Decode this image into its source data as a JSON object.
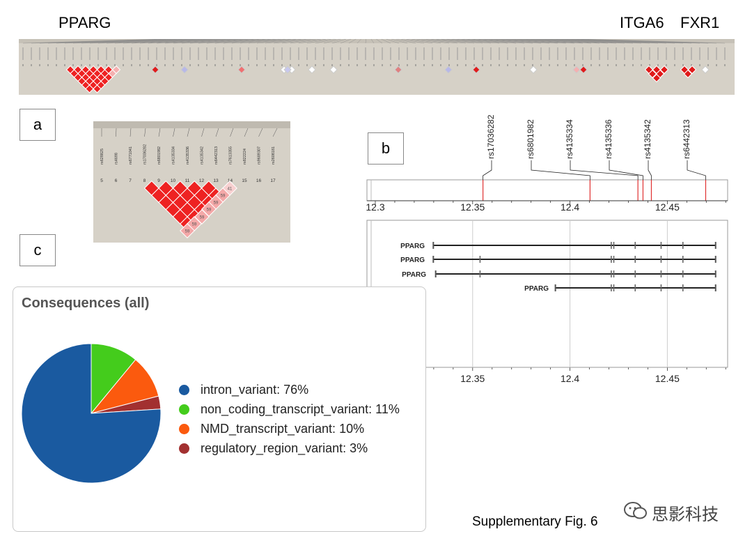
{
  "genes_top": {
    "pparg": "PPARG",
    "itga6": "ITGA6",
    "fxr1": "FXR1"
  },
  "panels": {
    "a": "a",
    "b": "b",
    "c": "c"
  },
  "snps": [
    "rs17036282",
    "rs6801982",
    "rs4135334",
    "rs4135336",
    "rs4135342",
    "rs6442313"
  ],
  "scale_ticks": [
    "12.3",
    "12.35",
    "12.4",
    "12.45"
  ],
  "transcripts": [
    "PPARG",
    "PPARG",
    "PPARG",
    "PPARG"
  ],
  "ld_zoom": {
    "snp_ids": [
      "rs628825",
      "rs4698",
      "rs6771041",
      "rs17036282",
      "rs6801982",
      "rs4135334",
      "rs4135336",
      "rs4135342",
      "rs6442313",
      "rs7613355",
      "rs822224",
      "rs9689307",
      "rs2608181"
    ],
    "indices": [
      "5",
      "6",
      "7",
      "8",
      "9",
      "10",
      "11",
      "12",
      "13",
      "14",
      "15",
      "16",
      "17"
    ],
    "values": [
      "41",
      "59",
      "59",
      "59",
      "59",
      "59",
      "59"
    ]
  },
  "consequences": {
    "title": "Consequences (all)",
    "items": [
      {
        "label": "intron_variant: 76%",
        "color": "#1a5aa0"
      },
      {
        "label": "non_coding_transcript_variant: 11%",
        "color": "#44cc1c"
      },
      {
        "label": "NMD_transcript_variant: 10%",
        "color": "#fb5a0e"
      },
      {
        "label": "regulatory_region_variant: 3%",
        "color": "#a23030"
      }
    ]
  },
  "chart_data": {
    "type": "pie",
    "title": "Consequences (all)",
    "categories": [
      "intron_variant",
      "non_coding_transcript_variant",
      "NMD_transcript_variant",
      "regulatory_region_variant"
    ],
    "values": [
      76,
      11,
      10,
      3
    ],
    "colors": [
      "#1a5aa0",
      "#44cc1c",
      "#fb5a0e",
      "#a23030"
    ],
    "legend": "right"
  },
  "caption": "Supplementary Fig. 6",
  "watermark": "思影科技"
}
